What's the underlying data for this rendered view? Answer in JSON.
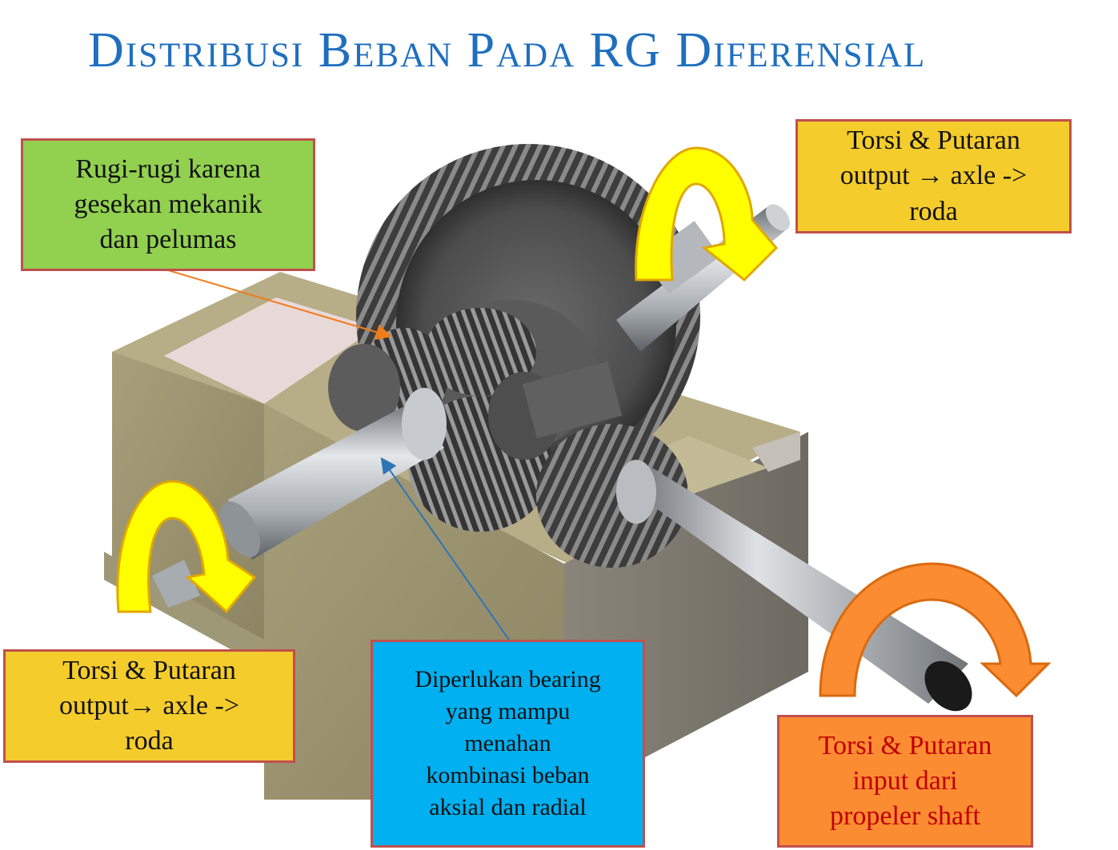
{
  "title": "Distribusi Beban Pada RG Diferensial",
  "callouts": {
    "friction": {
      "lines": [
        "Rugi-rugi karena",
        "gesekan mekanik",
        "dan pelumas"
      ],
      "fill": "#92d050"
    },
    "output_right": {
      "lines": [
        "Torsi & Putaran",
        "output  → axle ->",
        "roda"
      ],
      "fill": "#f4cc2c"
    },
    "output_left": {
      "lines": [
        "Torsi & Putaran",
        "output→ axle ->",
        "roda"
      ],
      "fill": "#f4cc2c"
    },
    "bearing": {
      "lines": [
        "Diperlukan bearing",
        "yang mampu",
        "menahan",
        "kombinasi beban",
        "aksial dan radial"
      ],
      "fill": "#00b0f0"
    },
    "input": {
      "lines": [
        "Torsi & Putaran",
        "input dari",
        "propeler shaft"
      ],
      "fill": "#fb8c32",
      "text_color": "#c00000"
    }
  },
  "colors": {
    "title": "#1f6fbf",
    "callout_border": "#c0504d",
    "rotation_arrow_output": "#ffff00",
    "rotation_arrow_input": "#fb8c32",
    "housing": "#a49a72",
    "gear": "#4a4a4a",
    "shaft": "#b8bcc0"
  },
  "icons": [
    "rotation-arrow-icon",
    "leader-arrow-icon"
  ]
}
